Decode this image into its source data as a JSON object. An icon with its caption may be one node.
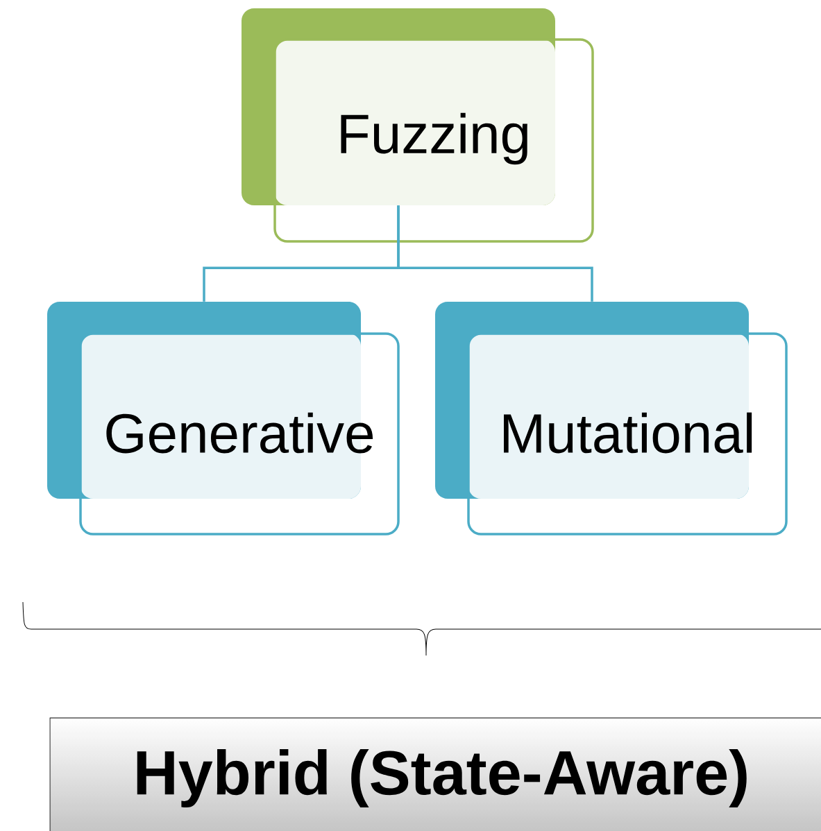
{
  "diagram": {
    "nodes": [
      {
        "text": [
          "Fuzzing"
        ]
      },
      {
        "text": [
          "Generative"
        ]
      },
      {
        "text": [
          "Mutational"
        ]
      },
      {
        "text": [
          "Hybrid (State-Aware)"
        ]
      }
    ],
    "edges": [
      {
        "from": 0,
        "to": 1,
        "arrow": "none"
      },
      {
        "from": 0,
        "to": 2,
        "arrow": "none"
      }
    ]
  }
}
